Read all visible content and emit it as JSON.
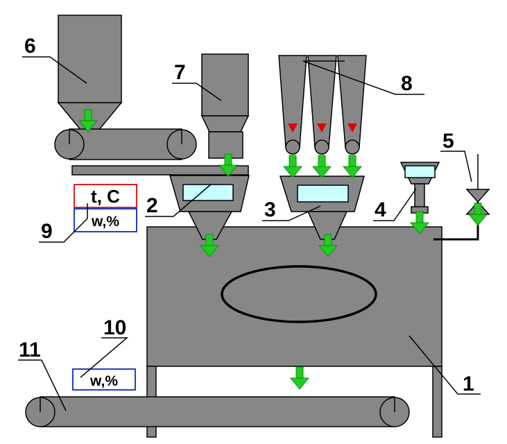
{
  "diagram": {
    "colors": {
      "equipment_fill": "#878787",
      "equipment_outline": "#000000",
      "window_fill": "#c8ffff",
      "flow_arrow": "#22cc22",
      "flow_arrow_dark": "#0d8f0d",
      "valve_marker": "#e00000",
      "temperature_box": "#e02020",
      "moisture_box": "#2040c0"
    },
    "callouts": {
      "mixer": "1",
      "scale_left": "2",
      "scale_right": "3",
      "liquid_doser": "4",
      "water_valve": "5",
      "bin_large": "6",
      "bin_small": "7",
      "silos": "8",
      "sensor_group": "9",
      "sensor_output": "10",
      "output_conveyor": "11"
    },
    "sensors": {
      "temperature_label": "t, C",
      "moisture_label": "w,%",
      "output_moisture_label": "w,%"
    }
  }
}
